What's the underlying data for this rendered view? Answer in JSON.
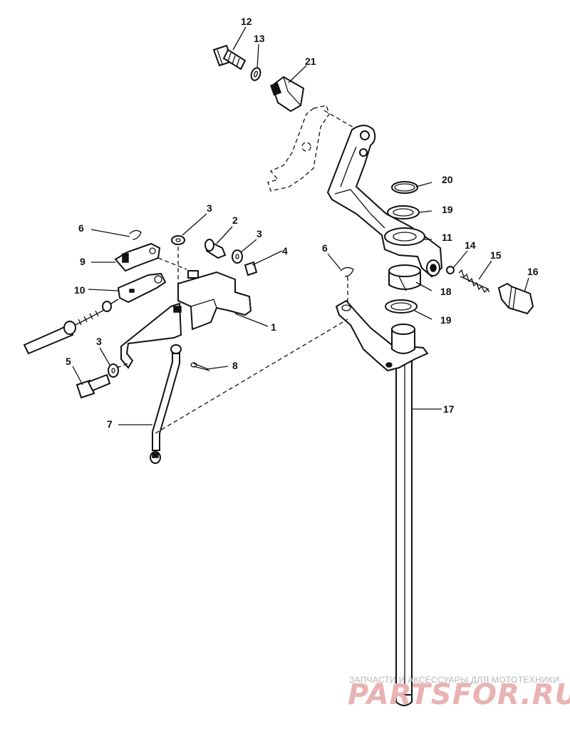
{
  "diagram": {
    "callouts": [
      {
        "id": "c12",
        "text": "12"
      },
      {
        "id": "c13",
        "text": "13"
      },
      {
        "id": "c21",
        "text": "21"
      },
      {
        "id": "c20",
        "text": "20"
      },
      {
        "id": "c19a",
        "text": "19"
      },
      {
        "id": "c11",
        "text": "11"
      },
      {
        "id": "c14",
        "text": "14"
      },
      {
        "id": "c15",
        "text": "15"
      },
      {
        "id": "c16",
        "text": "16"
      },
      {
        "id": "c18",
        "text": "18"
      },
      {
        "id": "c19b",
        "text": "19"
      },
      {
        "id": "c17",
        "text": "17"
      },
      {
        "id": "c6b",
        "text": "6"
      },
      {
        "id": "c3a",
        "text": "3"
      },
      {
        "id": "c2",
        "text": "2"
      },
      {
        "id": "c3b",
        "text": "3"
      },
      {
        "id": "c4",
        "text": "4"
      },
      {
        "id": "c6a",
        "text": "6"
      },
      {
        "id": "c9",
        "text": "9"
      },
      {
        "id": "c10",
        "text": "10"
      },
      {
        "id": "c1",
        "text": "1"
      },
      {
        "id": "c3c",
        "text": "3"
      },
      {
        "id": "c5",
        "text": "5"
      },
      {
        "id": "c8",
        "text": "8"
      },
      {
        "id": "c7",
        "text": "7"
      }
    ]
  },
  "watermark": {
    "line1": "ЗАПЧАСТИ И АКСЕССУАРЫ ДЛЯ МОТОТЕХНИКИ",
    "line2": "PARTSFOR.RU",
    "color": "#e9b3b3"
  }
}
